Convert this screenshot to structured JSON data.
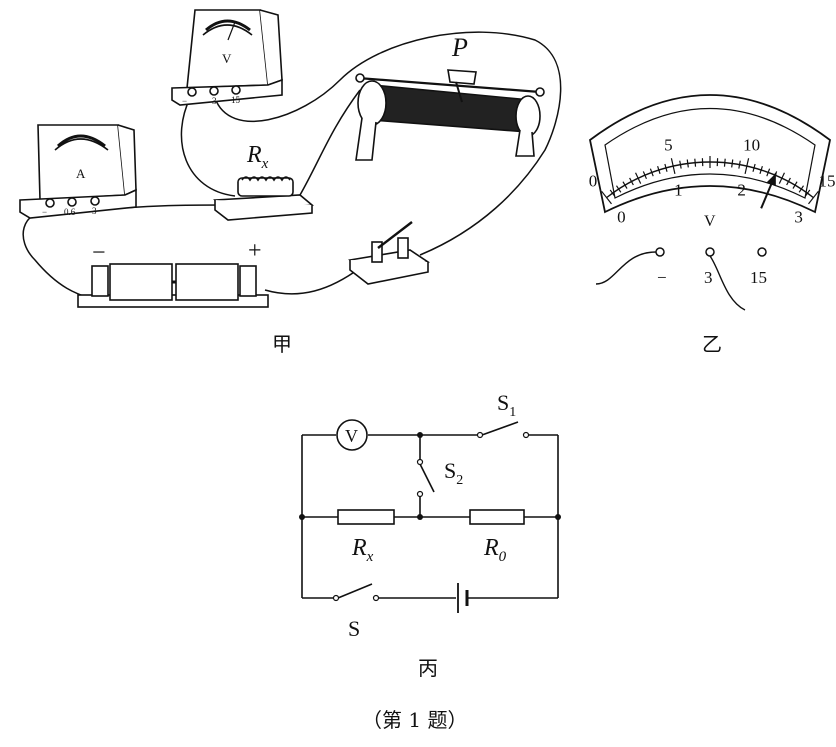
{
  "figure_a": {
    "caption": "甲",
    "voltmeter_letter": "V",
    "ammeter_letter": "A",
    "voltmeter_terminals": [
      "−",
      "3",
      "15"
    ],
    "ammeter_terminals": [
      "−",
      "0.6",
      "3"
    ],
    "resistor_symbol": "R",
    "resistor_subscript": "x",
    "rheostat_label": "P",
    "battery_minus": "−",
    "battery_plus": "+"
  },
  "figure_b": {
    "caption": "乙",
    "meter_letter": "V",
    "outer_scale": [
      "0",
      "5",
      "10",
      "15"
    ],
    "inner_scale": [
      "0",
      "1",
      "2",
      "3"
    ],
    "terminals": [
      "−",
      "3",
      "15"
    ],
    "needle_reading": 2.4
  },
  "figure_c": {
    "caption": "丙",
    "voltmeter_letter": "V",
    "s1": "S",
    "s1_sub": "1",
    "s2": "S",
    "s2_sub": "2",
    "rx": "R",
    "rx_sub": "x",
    "r0": "R",
    "r0_sub": "0",
    "s": "S"
  },
  "problem_caption": "（第 1 题）"
}
